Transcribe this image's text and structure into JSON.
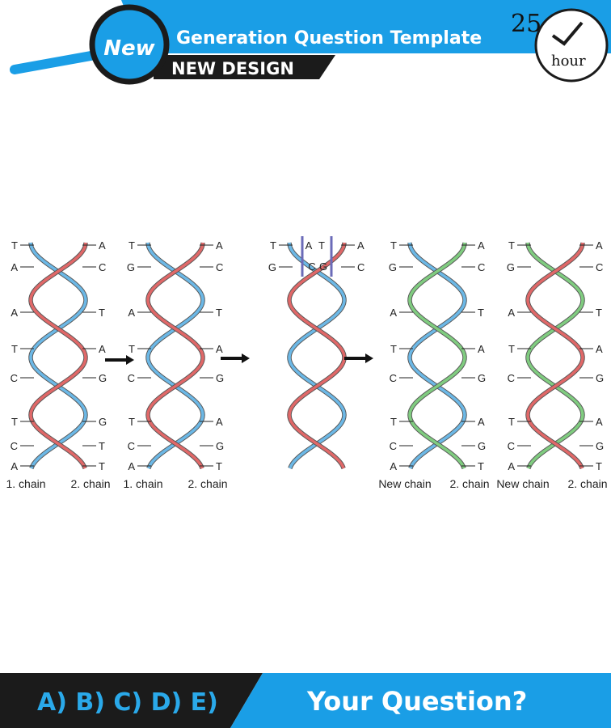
{
  "header": {
    "badge": "New",
    "title": "Generation Question Template",
    "subtitle": "NEW DESIGN",
    "clock_number": "25",
    "clock_unit": "hour",
    "accent_color": "#1a9ee6"
  },
  "footer": {
    "answers": "A) B) C) D) E)",
    "question": "Your Question?"
  },
  "diagram": {
    "colors": {
      "chain1": "#e06868",
      "chain2": "#6cb8e6",
      "new_chain": "#80cc80"
    },
    "helices": [
      {
        "left_bases": [
          "T",
          "A",
          "A",
          "T",
          "C",
          "T",
          "C",
          "A"
        ],
        "right_bases": [
          "A",
          "C",
          "T",
          "A",
          "G",
          "G",
          "T",
          "T"
        ],
        "labels": [
          "1. chain",
          "2. chain"
        ]
      },
      {
        "left_bases": [
          "T",
          "G",
          "A",
          "T",
          "C",
          "T",
          "C",
          "A"
        ],
        "right_bases": [
          "A",
          "C",
          "T",
          "A",
          "G",
          "A",
          "G",
          "T"
        ],
        "labels": [
          "1. chain",
          "2. chain"
        ]
      },
      {
        "left_bases": [
          "T",
          "G"
        ],
        "right_bases": [
          "A",
          "C"
        ],
        "inner_top": [
          "A",
          "T"
        ],
        "inner_bottom": [
          "C",
          "G"
        ],
        "labels": []
      },
      {
        "left_bases": [
          "T",
          "G",
          "A",
          "T",
          "C",
          "T",
          "C",
          "A"
        ],
        "right_bases": [
          "A",
          "C",
          "T",
          "A",
          "G",
          "A",
          "G",
          "T"
        ],
        "labels": [
          "New chain",
          "2. chain"
        ]
      },
      {
        "left_bases": [
          "T",
          "G",
          "A",
          "T",
          "C",
          "T",
          "C",
          "A"
        ],
        "right_bases": [
          "A",
          "C",
          "T",
          "A",
          "G",
          "A",
          "G",
          "T"
        ],
        "labels": [
          "New chain",
          "2. chain"
        ]
      }
    ]
  }
}
